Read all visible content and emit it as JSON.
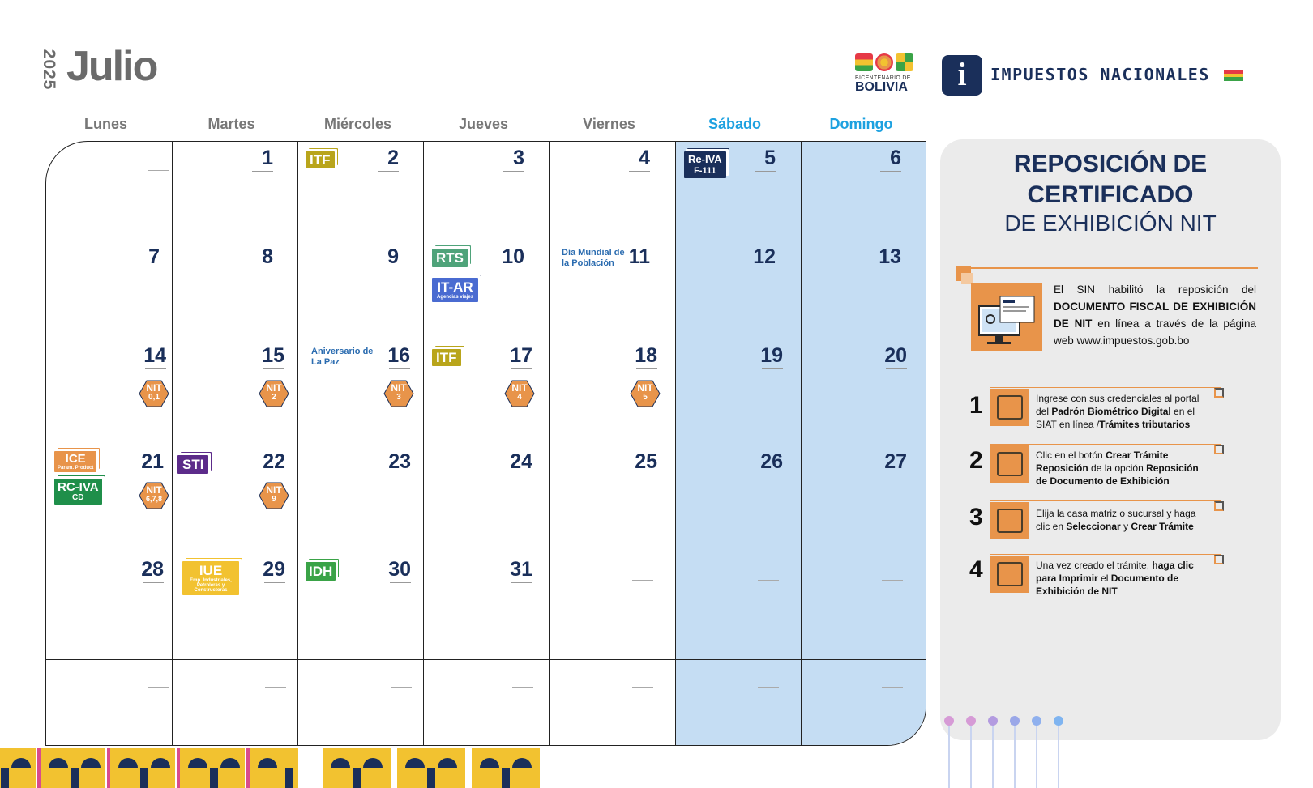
{
  "header": {
    "year": "2025",
    "month": "Julio",
    "bicentenario_small": "BICENTENARIO DE",
    "bicentenario_big": "BOLIVIA",
    "logo_letter": "i",
    "org_name": "IMPUESTOS NACIONALES"
  },
  "weekdays": [
    "Lunes",
    "Martes",
    "Miércoles",
    "Jueves",
    "Viernes",
    "Sábado",
    "Domingo"
  ],
  "days": {
    "d1": "1",
    "d2": "2",
    "d3": "3",
    "d4": "4",
    "d5": "5",
    "d6": "6",
    "d7": "7",
    "d8": "8",
    "d9": "9",
    "d10": "10",
    "d11": "11",
    "d12": "12",
    "d13": "13",
    "d14": "14",
    "d15": "15",
    "d16": "16",
    "d17": "17",
    "d18": "18",
    "d19": "19",
    "d20": "20",
    "d21": "21",
    "d22": "22",
    "d23": "23",
    "d24": "24",
    "d25": "25",
    "d26": "26",
    "d27": "27",
    "d28": "28",
    "d29": "29",
    "d30": "30",
    "d31": "31"
  },
  "badges": {
    "itf": "ITF",
    "reiva_l1": "Re-IVA",
    "reiva_l2": "F-111",
    "rts": "RTS",
    "itar": "IT-AR",
    "itar_sub": "Agencias viajes",
    "ice": "ICE",
    "ice_sub": "Param. Product",
    "rciva": "RC-IVA",
    "rciva_sub": "CD",
    "sti": "STI",
    "iue": "IUE",
    "iue_sub1": "Emp. Industriales,",
    "iue_sub2": "Petroleras y",
    "iue_sub3": "Constructoras",
    "idh": "IDH"
  },
  "nit": {
    "label": "NIT",
    "n14": "0,1",
    "n15": "2",
    "n16": "3",
    "n17": "4",
    "n18": "5",
    "n21": "6,7,8",
    "n22": "9"
  },
  "events": {
    "e11_l1": "Día Mundial de",
    "e11_l2": "la Población",
    "e16_l1": "Aniversario de",
    "e16_l2": "La Paz"
  },
  "panel": {
    "title_l1": "REPOSICIÓN DE",
    "title_l2": "CERTIFICADO",
    "title_l3": "DE EXHIBICIÓN NIT",
    "intro_1": "El SIN habilitó la reposición del ",
    "intro_2": "DOCUMENTO FISCAL DE EXHIBICIÓN DE NIT",
    "intro_3": " en línea a través de la página web www.impuestos.gob.bo",
    "steps": [
      {
        "num": "1",
        "t1": "Ingrese con sus credenciales al portal del ",
        "b1": "Padrón Biométrico Digital",
        "t2": " en el SIAT en línea /",
        "b2": "Trámites tributarios",
        "t3": ""
      },
      {
        "num": "2",
        "t1": "Clic en el botón ",
        "b1": "Crear Trámite Reposición",
        "t2": " de la opción ",
        "b2": "Reposición de Documento de Exhibición",
        "t3": ""
      },
      {
        "num": "3",
        "t1": "Elija la casa matriz o sucursal y haga clic en ",
        "b1": "Seleccionar",
        "t2": " y ",
        "b2": "Crear Trámite",
        "t3": ""
      },
      {
        "num": "4",
        "t1": "Una vez creado el trámite, ",
        "b1": "haga clic para Imprimir",
        "t2": " el ",
        "b2": "Documento de Exhibición de NIT",
        "t3": ""
      }
    ]
  },
  "colors": {
    "navy": "#1a2f5a",
    "weekend": "#c5ddf3",
    "weekend_header": "#1da1e0",
    "orange": "#e8944a",
    "itf": "#b9a51b",
    "rts": "#4fa37a",
    "itar": "#4a6bd1",
    "rciva": "#1f8f4a",
    "sti": "#5c2b8a",
    "iue": "#f2c230",
    "idh": "#3aa347"
  }
}
